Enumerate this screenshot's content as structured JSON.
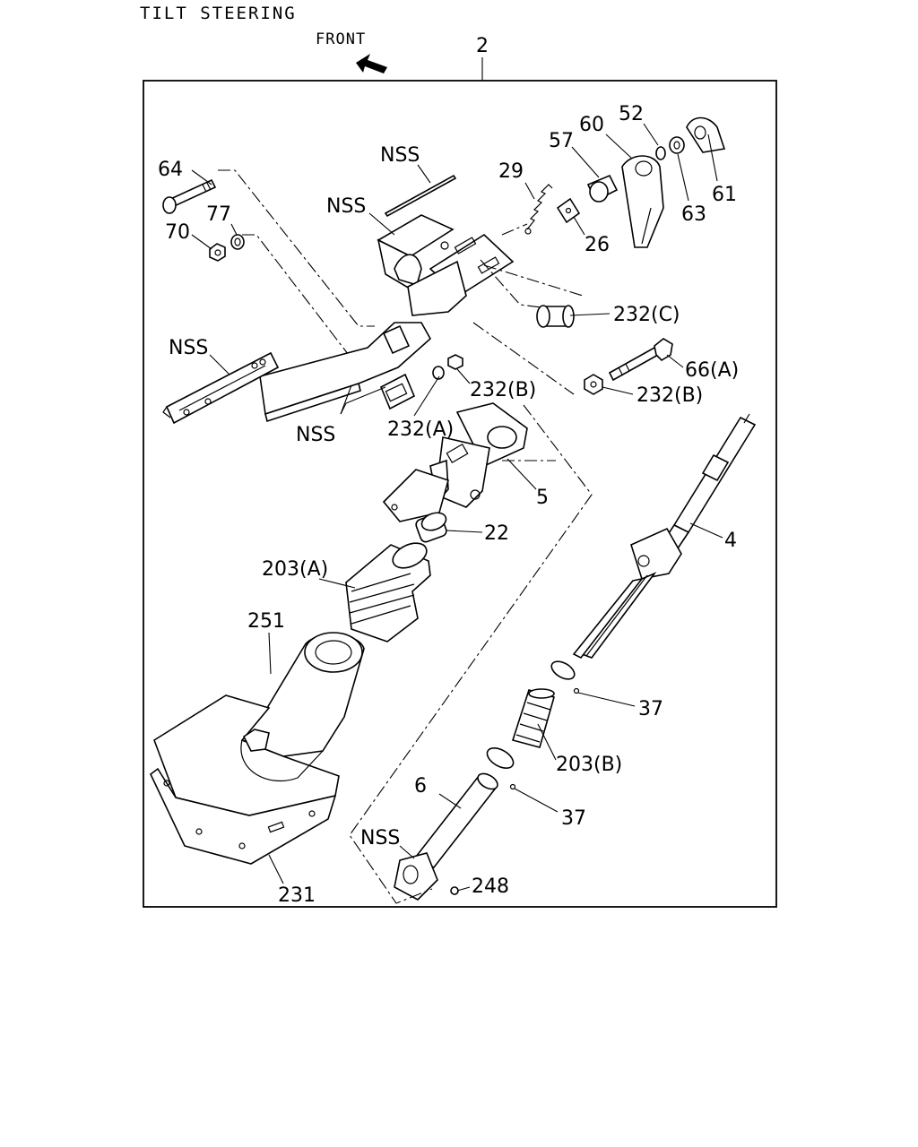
{
  "title": "TILT STEERING",
  "front_label": "FRONT",
  "assembly_ref": "2",
  "callouts": {
    "c64": "64",
    "c77": "77",
    "c70": "70",
    "nss_rod": "NSS",
    "nss_bracket": "NSS",
    "nss_plate": "NSS",
    "nss_lower": "NSS",
    "nss_yoke": "NSS",
    "c29": "29",
    "c57": "57",
    "c60": "60",
    "c52": "52",
    "c61": "61",
    "c63": "63",
    "c26": "26",
    "c232c": "232(C)",
    "c66a": "66(A)",
    "c232b_right": "232(B)",
    "c232b_mid": "232(B)",
    "c232a": "232(A)",
    "c5": "5",
    "c22": "22",
    "c4": "4",
    "c203a": "203(A)",
    "c251": "251",
    "c37_upper": "37",
    "c203b": "203(B)",
    "c6": "6",
    "c37_lower": "37",
    "c248": "248",
    "c231": "231"
  }
}
